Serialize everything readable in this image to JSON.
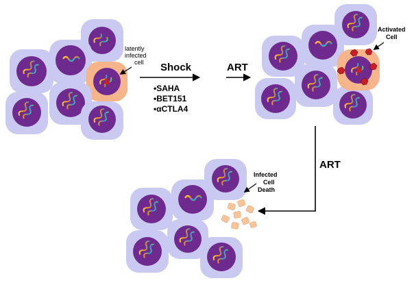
{
  "labels": {
    "latently_infected_line1": "latently",
    "latently_infected_line2": "infected",
    "latently_infected_line3": "cell",
    "shock": "Shock",
    "art_top": "ART",
    "art_right": "ART",
    "drug_1": "•SAHA",
    "drug_2": "•BET151",
    "drug_3": "•αCTLA4",
    "activated_line1": "Activated",
    "activated_line2": "Cell",
    "death_line1": "Infected",
    "death_line2": "Cell",
    "death_line3": "Death"
  },
  "colors": {
    "cell_body": "#c9c9f2",
    "cell_border": "#a9a9e0",
    "nucleus": "#6e2a8e",
    "nucleus_edge": "#4e1670",
    "infected_halo": "#f5b48a",
    "virus": "#c81e2a",
    "debris": "#f7c49c"
  }
}
